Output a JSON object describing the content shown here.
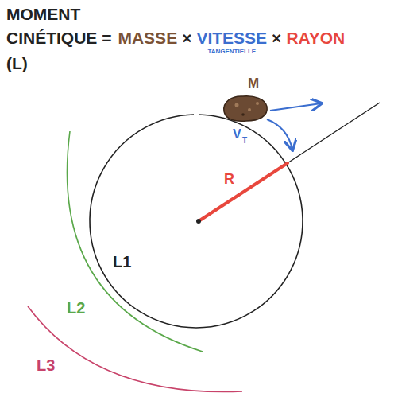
{
  "diagram": {
    "labels": [
      "MOMENT",
      "CINÉTIQUE =",
      "MASSE",
      "×",
      "VITESSE",
      "TANGENTIELLE",
      "×",
      "RAYON",
      "(L)",
      "M",
      "V",
      "T",
      "R",
      "L1",
      "L2",
      "L3"
    ]
  }
}
